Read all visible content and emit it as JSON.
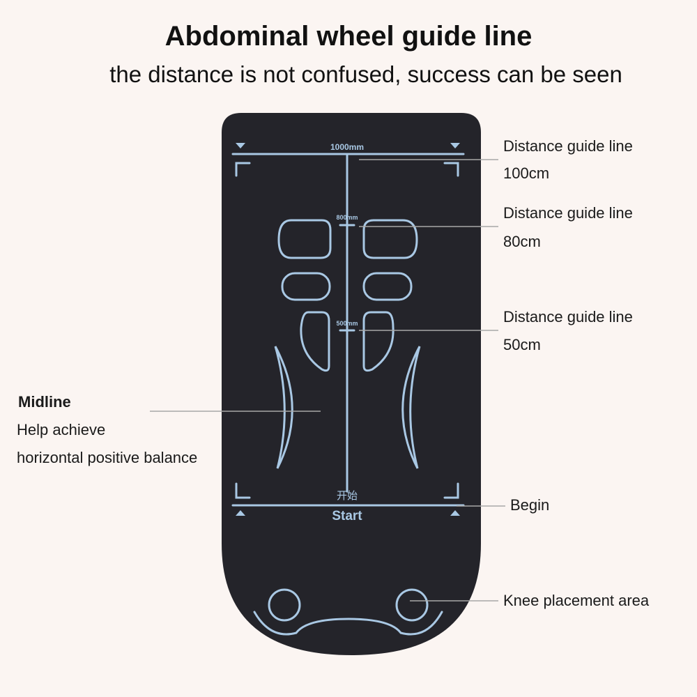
{
  "header": {
    "title": "Abdominal wheel guide line",
    "subtitle": "the distance is not confused, success can be seen"
  },
  "mat": {
    "top_mark": "1000mm",
    "mark_800": "800mm",
    "mark_500": "500mm",
    "start_cn": "开始",
    "start_en": "Start",
    "colors": {
      "mat": "#24242a",
      "line": "#a9c8e4",
      "leader": "#a8a8a8"
    }
  },
  "callouts": {
    "guide100": {
      "line1": "Distance guide line",
      "line2": "100cm"
    },
    "guide80": {
      "line1": "Distance guide line",
      "line2": "80cm"
    },
    "guide50": {
      "line1": "Distance guide line",
      "line2": "50cm"
    },
    "midline": {
      "title": "Midline",
      "line1": "Help achieve",
      "line2": "horizontal positive balance"
    },
    "begin": {
      "label": "Begin"
    },
    "knee": {
      "label": "Knee placement area"
    }
  }
}
